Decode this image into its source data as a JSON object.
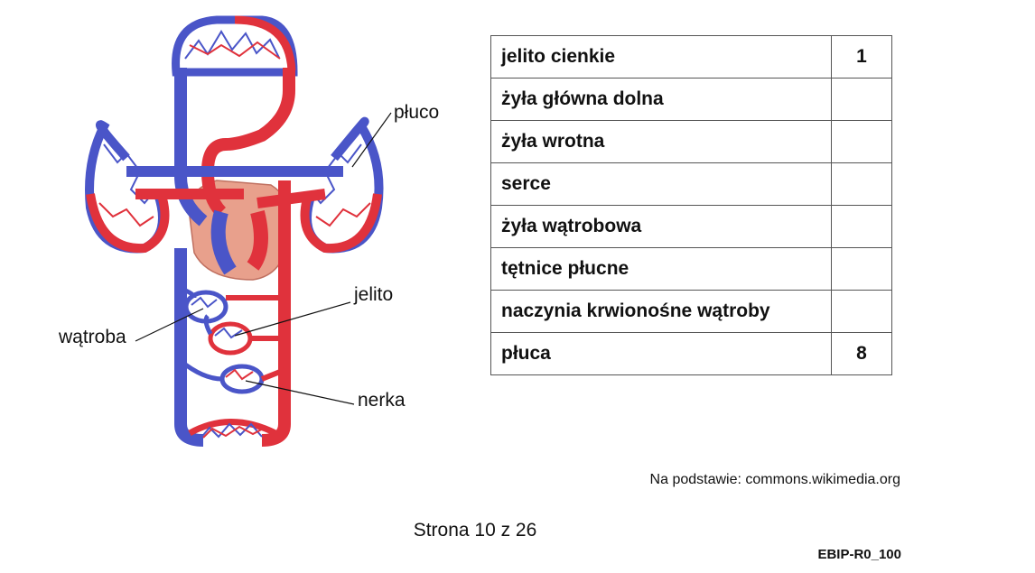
{
  "diagram": {
    "labels": {
      "lung": "płuco",
      "intestine": "jelito",
      "liver": "wątroba",
      "kidney": "nerka"
    },
    "colors": {
      "arterial": "#e0323c",
      "venous": "#4a55c8",
      "heart": "#e8a08c"
    }
  },
  "table": {
    "rows": [
      {
        "name": "jelito cienkie",
        "number": "1"
      },
      {
        "name": "żyła główna dolna",
        "number": ""
      },
      {
        "name": "żyła wrotna",
        "number": ""
      },
      {
        "name": "serce",
        "number": ""
      },
      {
        "name": "żyła wątrobowa",
        "number": ""
      },
      {
        "name": "tętnice płucne",
        "number": ""
      },
      {
        "name": "naczynia krwionośne wątroby",
        "number": ""
      },
      {
        "name": "płuca",
        "number": "8"
      }
    ]
  },
  "source": "Na podstawie: commons.wikimedia.org",
  "footer": {
    "page": "Strona 10 z 26",
    "code": "EBIP-R0_100"
  }
}
